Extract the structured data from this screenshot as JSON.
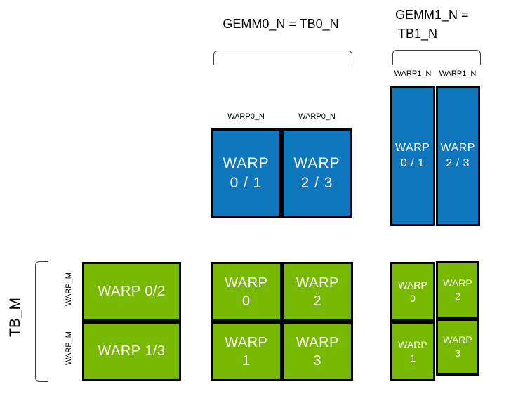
{
  "titles": {
    "gemm0": "GEMM0_N = TB0_N",
    "gemm1_line1": "GEMM1_N =",
    "gemm1_line2": "TB1_N"
  },
  "side_labels": {
    "tb_m": "TB_M",
    "warp_m_top": "WARP_M",
    "warp_m_bottom": "WARP_M"
  },
  "column_labels": {
    "warp0_n_left": "WARP0_N",
    "warp0_n_right": "WARP0_N",
    "warp1_n_left": "WARP1_N",
    "warp1_n_right": "WARP1_N"
  },
  "colors": {
    "blue": "#0E76BD",
    "green": "#76B900",
    "border": "#000000",
    "bracket": "#3F3F3F",
    "box_text": "#FFFFFF",
    "label_text": "#000000"
  },
  "blue_wide": {
    "cells": [
      {
        "line1": "WARP",
        "line2": "0 / 1"
      },
      {
        "line1": "WARP",
        "line2": "2 / 3"
      }
    ]
  },
  "blue_tall": {
    "cells": [
      {
        "line1": "WARP",
        "line2": "0 / 1"
      },
      {
        "line1": "WARP",
        "line2": "2 / 3"
      }
    ]
  },
  "green_left": {
    "cells": [
      {
        "label": "WARP 0/2"
      },
      {
        "label": "WARP 1/3"
      }
    ]
  },
  "green_mid": {
    "cells": [
      {
        "line1": "WARP",
        "line2": "0"
      },
      {
        "line1": "WARP",
        "line2": "2"
      },
      {
        "line1": "WARP",
        "line2": "1"
      },
      {
        "line1": "WARP",
        "line2": "3"
      }
    ]
  },
  "green_right": {
    "left_col": [
      {
        "line1": "WARP",
        "line2": "0"
      },
      {
        "line1": "WARP",
        "line2": "1"
      }
    ],
    "right_col": [
      {
        "line1": "WARP",
        "line2": "2"
      },
      {
        "line1": "WARP",
        "line2": "3"
      }
    ]
  }
}
